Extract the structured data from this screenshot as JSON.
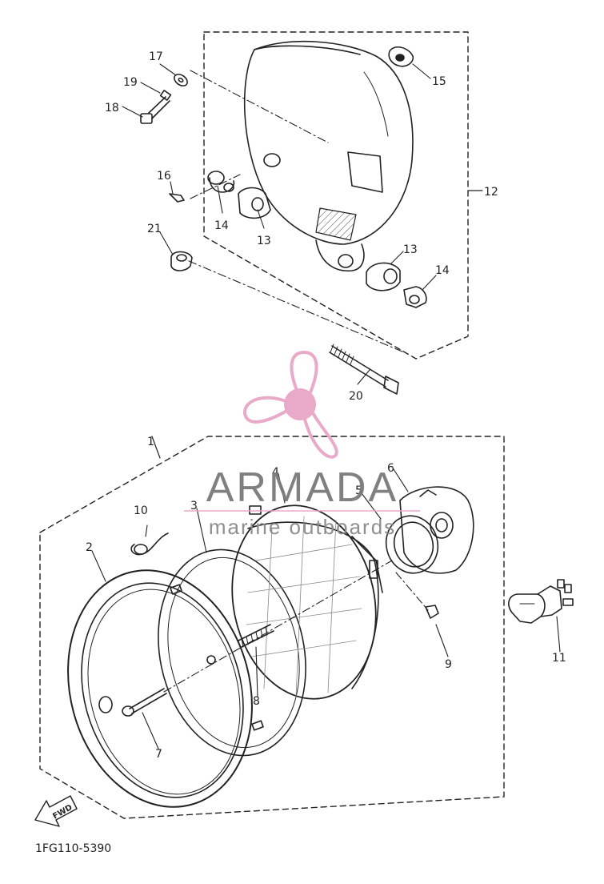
{
  "diagram": {
    "code": "1FG110-5390",
    "fwd_label": "FWD",
    "callouts": {
      "c1": "1",
      "c2": "2",
      "c3": "3",
      "c4": "4",
      "c5": "5",
      "c6": "6",
      "c7": "7",
      "c8": "8",
      "c9": "9",
      "c10": "10",
      "c11": "11",
      "c12": "12",
      "c13a": "13",
      "c13b": "13",
      "c14a": "14",
      "c14b": "14",
      "c15": "15",
      "c16": "16",
      "c17": "17",
      "c18": "18",
      "c19": "19",
      "c20": "20",
      "c21": "21"
    }
  },
  "watermark": {
    "brand": "ARMADA",
    "tagline": "marine outboards",
    "colors": {
      "logo": "#e8a6c8",
      "text": "#7a7a7a"
    }
  }
}
